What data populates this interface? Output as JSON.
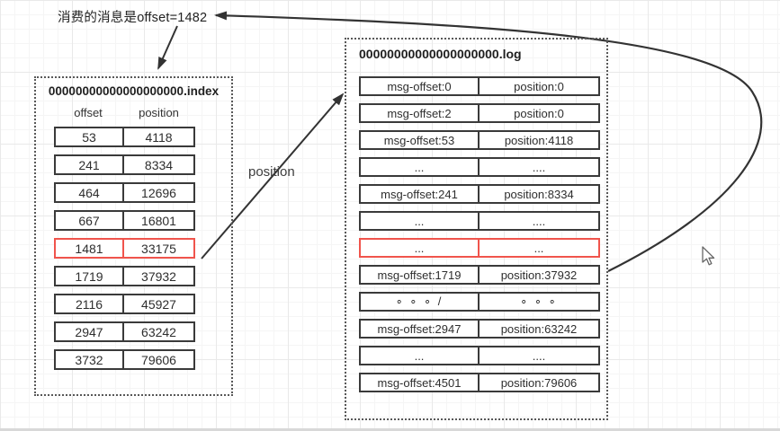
{
  "colors": {
    "line": "#3a3a3a",
    "highlight": "#f0544c",
    "text": "#222222"
  },
  "annotation": {
    "consumed_message": "消费的消息是offset=1482",
    "arrow_label": "position"
  },
  "index_file": {
    "title": "00000000000000000000.index",
    "columns": [
      "offset",
      "position"
    ],
    "rows": [
      {
        "offset": "53",
        "position": "4118",
        "highlighted": false
      },
      {
        "offset": "241",
        "position": "8334",
        "highlighted": false
      },
      {
        "offset": "464",
        "position": "12696",
        "highlighted": false
      },
      {
        "offset": "667",
        "position": "16801",
        "highlighted": false
      },
      {
        "offset": "1481",
        "position": "33175",
        "highlighted": true
      },
      {
        "offset": "1719",
        "position": "37932",
        "highlighted": false
      },
      {
        "offset": "2116",
        "position": "45927",
        "highlighted": false
      },
      {
        "offset": "2947",
        "position": "63242",
        "highlighted": false
      },
      {
        "offset": "3732",
        "position": "79606",
        "highlighted": false
      }
    ]
  },
  "log_file": {
    "title": "00000000000000000000.log",
    "rows": [
      {
        "left": "msg-offset:0",
        "right": "position:0",
        "highlighted": false
      },
      {
        "left": "msg-offset:2",
        "right": "position:0",
        "highlighted": false
      },
      {
        "left": "msg-offset:53",
        "right": "position:4118",
        "highlighted": false
      },
      {
        "left": "...",
        "right": "....",
        "highlighted": false
      },
      {
        "left": "msg-offset:241",
        "right": "position:8334",
        "highlighted": false
      },
      {
        "left": "...",
        "right": "....",
        "highlighted": false
      },
      {
        "left": "...",
        "right": "...",
        "highlighted": true
      },
      {
        "left": "msg-offset:1719",
        "right": "position:37932",
        "highlighted": false
      },
      {
        "left": "∘ ∘ ∘ /",
        "right": "∘ ∘ ∘",
        "highlighted": false,
        "small": true
      },
      {
        "left": "msg-offset:2947",
        "right": "position:63242",
        "highlighted": false
      },
      {
        "left": "...",
        "right": "....",
        "highlighted": false
      },
      {
        "left": "msg-offset:4501",
        "right": "position:79606",
        "highlighted": false
      }
    ]
  },
  "cursor_icon": "arrow-pointer-cursor"
}
